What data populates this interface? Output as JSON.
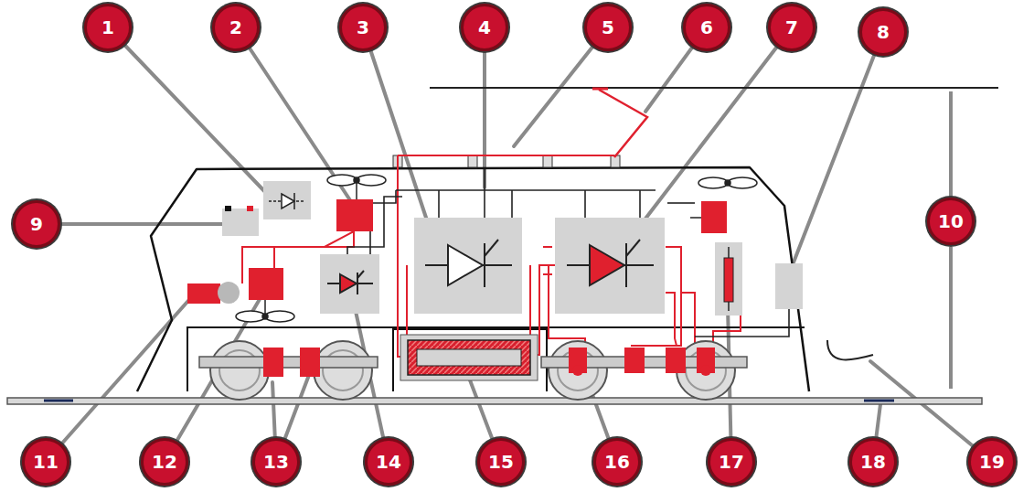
{
  "diagram": {
    "nodes": [
      {
        "text": [
          "1"
        ]
      },
      {
        "text": [
          "2"
        ]
      },
      {
        "text": [
          "3"
        ]
      },
      {
        "text": [
          "4"
        ]
      },
      {
        "text": [
          "5"
        ]
      },
      {
        "text": [
          "6"
        ]
      },
      {
        "text": [
          "7"
        ]
      },
      {
        "text": [
          "8"
        ]
      },
      {
        "text": [
          "9"
        ]
      },
      {
        "text": [
          "10"
        ]
      },
      {
        "text": [
          "11"
        ]
      },
      {
        "text": [
          "12"
        ]
      },
      {
        "text": [
          "13"
        ]
      },
      {
        "text": [
          "14"
        ]
      },
      {
        "text": [
          "15"
        ]
      },
      {
        "text": [
          "16"
        ]
      },
      {
        "text": [
          "17"
        ]
      },
      {
        "text": [
          "18"
        ]
      },
      {
        "text": [
          "19"
        ]
      }
    ]
  }
}
